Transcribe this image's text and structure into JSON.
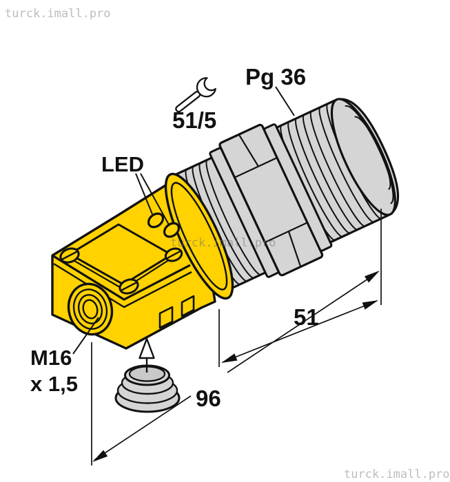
{
  "drawing": {
    "subject": "inductive-sensor-technical-drawing",
    "labels": {
      "thread_size": "Pg 36",
      "wrench_size": "51/5",
      "led": "LED",
      "cable_entry_line1": "M16",
      "cable_entry_line2": "x 1,5",
      "dim_thread_length": "51",
      "dim_overall_length": "96"
    },
    "watermarks": {
      "top_left": "turck.imall.pro",
      "center": "turck.imall.pro",
      "bottom_right": "turck.imall.pro"
    },
    "icons": {
      "wrench": "open-end-wrench-icon",
      "insert_arrow": "up-arrow-icon"
    },
    "colors": {
      "housing_yellow": "#FFD200",
      "metal_gray": "#D5D5D5",
      "plug_face_gray": "#C9C9C9",
      "outline_black": "#111111",
      "watermark_gray": "#BDBDBD"
    }
  }
}
